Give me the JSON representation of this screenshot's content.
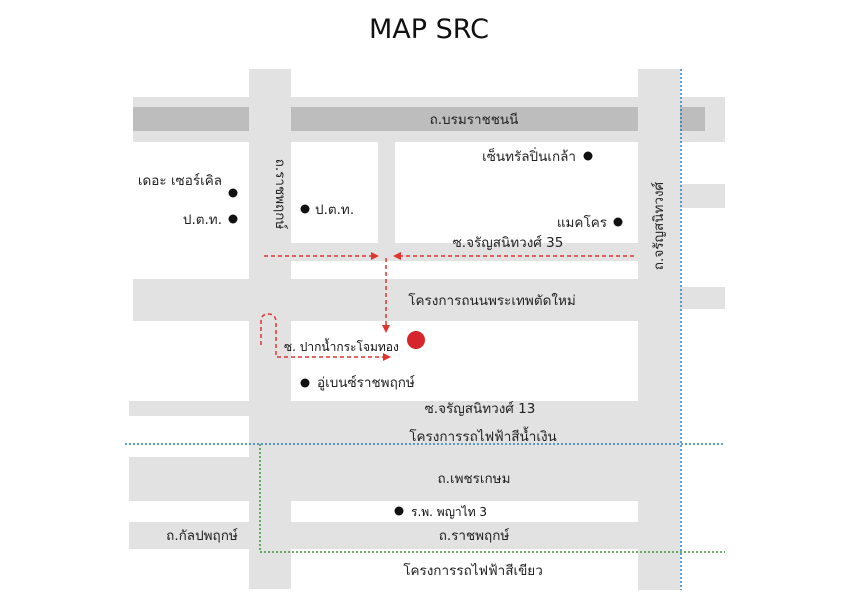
{
  "title": "MAP SRC",
  "roads": {
    "boromratchonnani": "ถ.บรมราชชนนี",
    "ratchaphruek_vertical": "ถ.ราชพฤกษ์",
    "charansanitwong_vertical": "ถ.จรัญสนิทวงศ์",
    "soi_charansanitwong_35": "ซ.จรัญสนิทวงศ์ 35",
    "new_phra_thep_road": "โครงการถนนพระเทพตัดใหม่",
    "soi_charansanitwong_13": "ซ.จรัญสนิทวงศ์ 13",
    "phetkasem": "ถ.เพชรเกษม",
    "kanlapaphruek": "ถ.กัลปพฤกษ์",
    "ratchaphruek_horizontal": "ถ.ราชพฤกษ์"
  },
  "transit": {
    "blue_line": "โครงการรถไฟฟ้าสีน้ำเงิน",
    "green_line": "โครงการรถไฟฟ้าสีเขียว"
  },
  "landmarks": {
    "central_pinklao": "เซ็นทรัลปิ่นเกล้า",
    "the_circle": "เดอะ เซอร์เคิล",
    "ptt_left": "ป.ต.ท.",
    "ptt_center": "ป.ต.ท.",
    "makro": "แมคโคร",
    "u_benz": "อู่เบนซ์ราชพฤกษ์",
    "phyathai3": "ร.พ. พญาไท 3"
  },
  "destination": {
    "label": "ซ. ปากน้ำกระโจมทอง",
    "color": "#d6262b"
  },
  "colors": {
    "road": "#e2e2e2",
    "main_road": "#bdbdbd",
    "route": "#e0342f",
    "blue_line": "#2a7fc0",
    "green_line": "#3a9a3a"
  }
}
